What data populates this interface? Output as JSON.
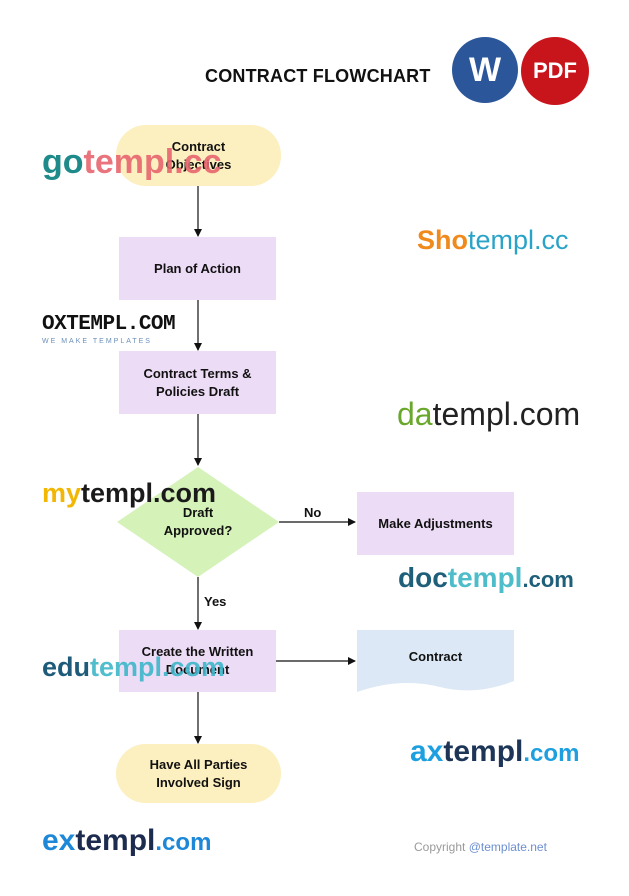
{
  "title": "CONTRACT FLOWCHART",
  "badges": {
    "word": "W",
    "pdf": "PDF"
  },
  "nodes": {
    "contract_objectives": "Contract Objectives",
    "plan_of_action": "Plan of Action",
    "terms_draft_line1": "Contract Terms &",
    "terms_draft_line2": "Policies Draft",
    "draft_approved_line1": "Draft",
    "draft_approved_line2": "Approved?",
    "make_adjustments": "Make Adjustments",
    "create_document_line1": "Create the Written",
    "create_document_line2": "Document",
    "contract": "Contract",
    "sign_line1": "Have All Parties",
    "sign_line2": "Involved Sign"
  },
  "edge_labels": {
    "no": "No",
    "yes": "Yes"
  },
  "watermarks": {
    "gotempl": {
      "a": "go",
      "b": "templ.cc"
    },
    "shotempl": {
      "a": "Sho",
      "b": "templ.cc"
    },
    "oxtempl": {
      "main": "OXTEMPL.COM",
      "sub": "WE MAKE TEMPLATES"
    },
    "datempl": {
      "a": "da",
      "b": "templ.com"
    },
    "mytempl": {
      "a": "my",
      "b": "templ.com"
    },
    "doctempl": {
      "a": "doc",
      "b": "templ",
      "c": ".com"
    },
    "edutempl": {
      "a": "edu",
      "b": "templ.com"
    },
    "axtempl": {
      "a": "ax",
      "b": "templ",
      "c": ".com"
    },
    "extempl": {
      "a": "ex",
      "b": "templ",
      "c": ".com"
    }
  },
  "copyright": {
    "prefix": "Copyright ",
    "link": "@template.net"
  },
  "colors": {
    "terminal_fill": "#fcefc0",
    "process_fill": "#eddcf6",
    "decision_fill": "#d5f2b9",
    "document_fill": "#dce8f6",
    "word_blue": "#2b579a",
    "pdf_red": "#c8151b"
  }
}
